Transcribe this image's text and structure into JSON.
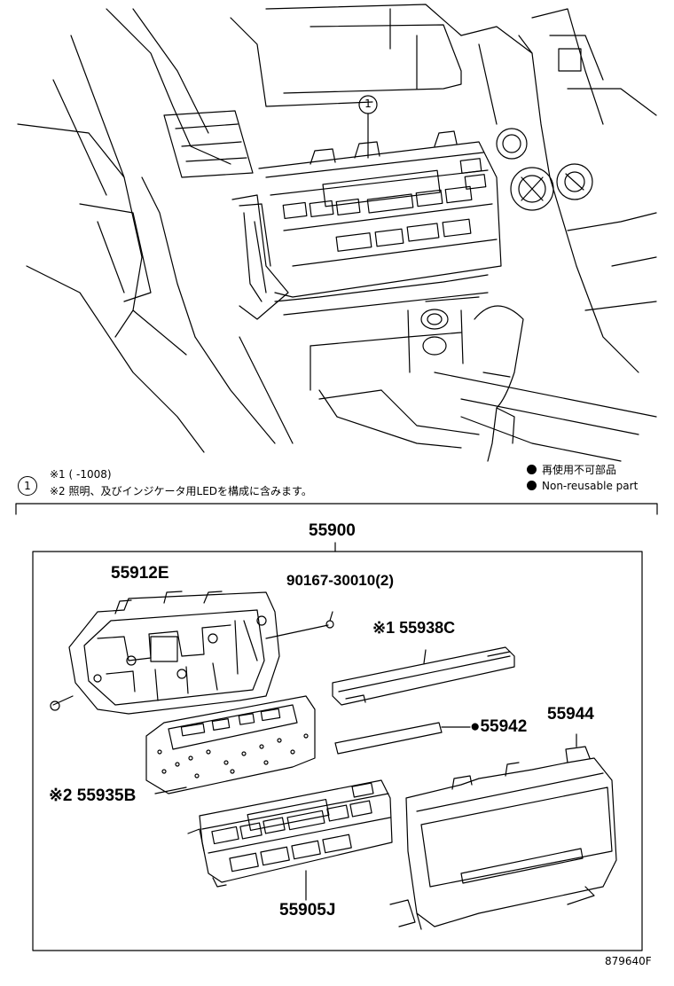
{
  "callout_number": "1",
  "notes": {
    "note1": "※1 (      -1008)",
    "note2": "※2 照明、及びインジケータ用LEDを構成に含みます。"
  },
  "legend": {
    "non_reusable_ja": "再使用不可部品",
    "non_reusable_en": "Non-reusable part"
  },
  "parts": {
    "assembly": "55900",
    "p55912e": "55912E",
    "screw": "90167-30010(2)",
    "p55938c": "※1 55938C",
    "p55942": "●55942",
    "p55944": "55944",
    "p55935b": "※2 55935B",
    "p55905j": "55905J"
  },
  "figure_number": "879640F",
  "colors": {
    "line": "#000000",
    "background": "#ffffff"
  }
}
